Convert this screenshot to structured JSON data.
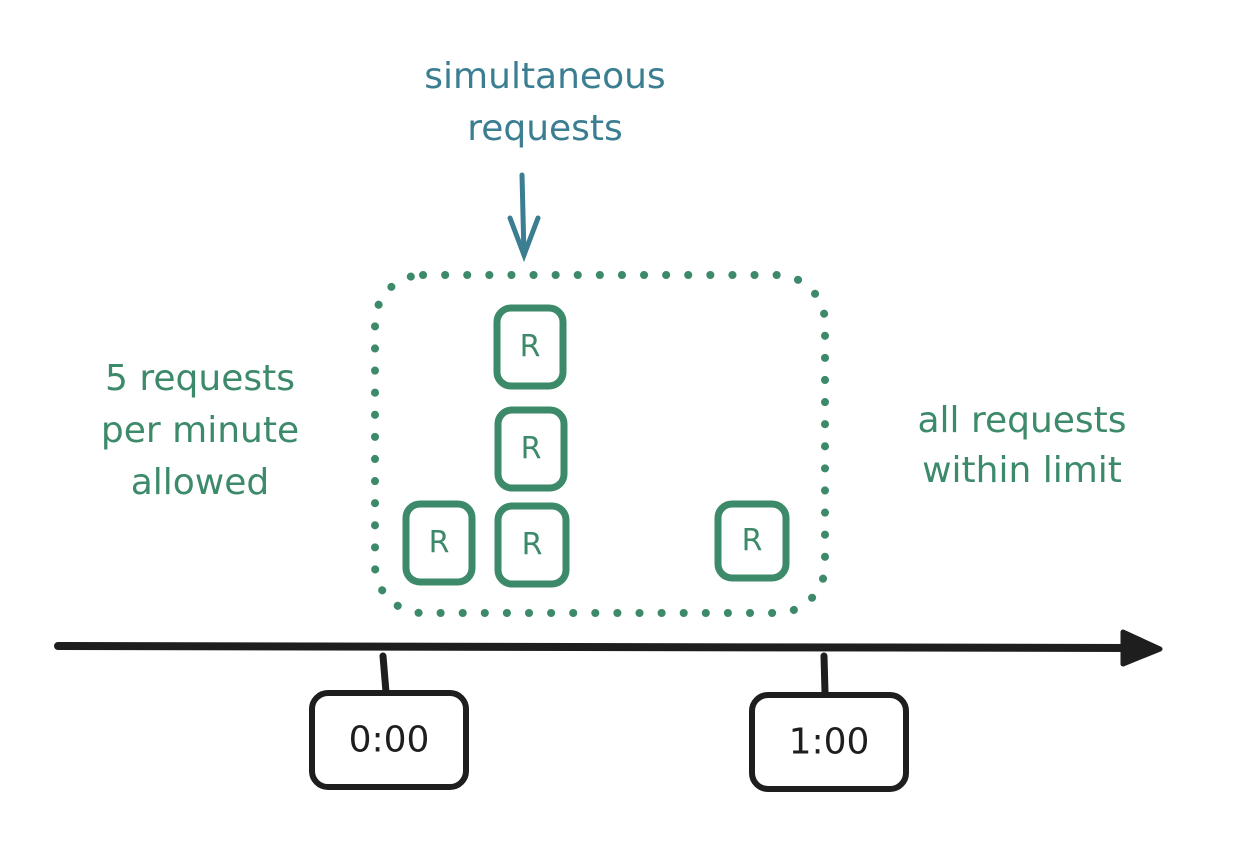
{
  "annotations": {
    "top_line1": "simultaneous",
    "top_line2": "requests",
    "left_line1": "5 requests",
    "left_line2": "per minute",
    "left_line3": "allowed",
    "right_line1": "all requests",
    "right_line2": "within limit"
  },
  "requests": [
    {
      "label": "R"
    },
    {
      "label": "R"
    },
    {
      "label": "R"
    },
    {
      "label": "R"
    },
    {
      "label": "R"
    }
  ],
  "timeline": {
    "ticks": [
      {
        "label": "0:00"
      },
      {
        "label": "1:00"
      }
    ]
  },
  "colors": {
    "teal": "#3b7e91",
    "green": "#3d8a6a",
    "ink": "#1e1e1e"
  }
}
